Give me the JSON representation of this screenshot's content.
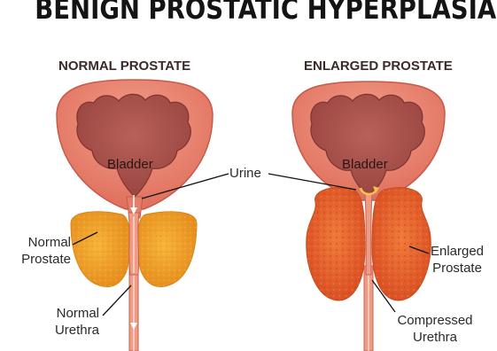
{
  "header": {
    "title": "BENIGN PROSTATIC HYPERPLASIA"
  },
  "panels": {
    "normal": {
      "title": "NORMAL PROSTATE",
      "bladder": "Bladder",
      "prostate": [
        "Normal",
        "Prostate"
      ],
      "urethra": [
        "Normal",
        "Urethra"
      ]
    },
    "enlarged": {
      "title": "ENLARGED PROSTATE",
      "bladder": "Bladder",
      "prostate": [
        "Enlarged",
        "Prostate"
      ],
      "urethra": [
        "Compressed",
        "Urethra"
      ]
    }
  },
  "shared": {
    "urine": "Urine"
  },
  "colors": {
    "bladder_outer": "#e8806b",
    "bladder_inner": "#a84f48",
    "normal_prostate": "#f0a22a",
    "enlarged_prostate": "#e8622e",
    "urethra": "#e89078"
  }
}
